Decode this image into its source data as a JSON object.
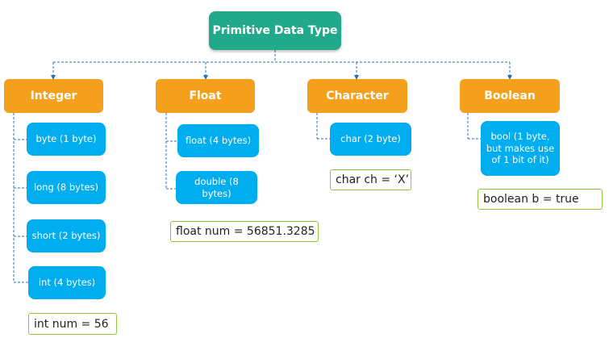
{
  "root": {
    "label": "Primitive Data Type"
  },
  "categories": [
    {
      "label": "Integer"
    },
    {
      "label": "Float"
    },
    {
      "label": "Character"
    },
    {
      "label": "Boolean"
    }
  ],
  "integer": {
    "items": [
      "byte (1 byte)",
      "long (8 bytes)",
      "short (2 bytes)",
      "int (4 bytes)"
    ],
    "example": "int num = 56"
  },
  "float": {
    "items": [
      "float (4 bytes)",
      "double (8 bytes)"
    ],
    "example": "float num = 56851.3285"
  },
  "character": {
    "items": [
      "char (2 byte)"
    ],
    "example": "char ch = ‘X’"
  },
  "boolean": {
    "item_lines": [
      "bool (1 byte,",
      "but makes use",
      "of 1 bit of it)"
    ],
    "example": "boolean b = true"
  },
  "colors": {
    "root": "#22a88a",
    "category": "#f5a01c",
    "item": "#00adef",
    "example_border": "#8cc63f",
    "connector": "#2e6db4"
  }
}
